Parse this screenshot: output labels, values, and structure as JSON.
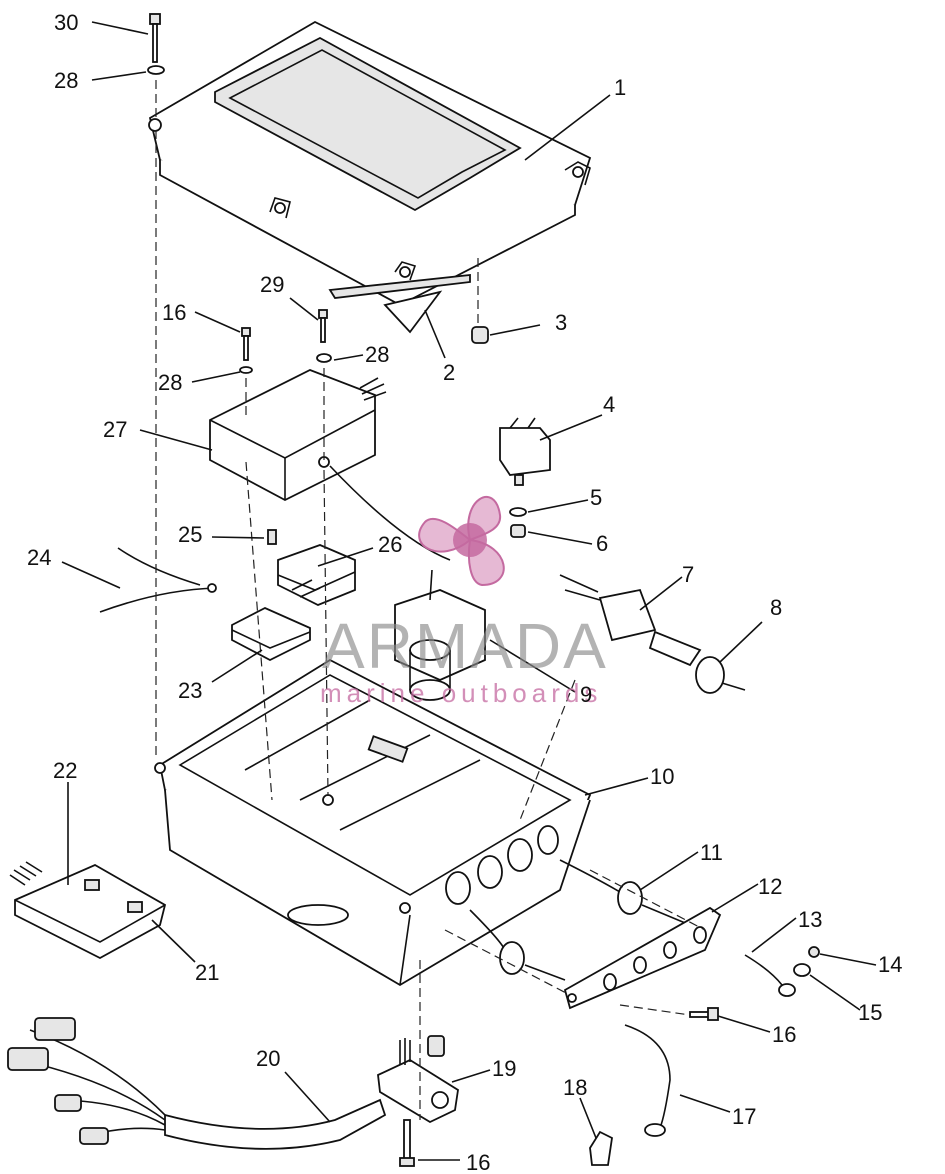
{
  "callouts": [
    "30",
    "28",
    "1",
    "3",
    "2",
    "29",
    "16",
    "28",
    "28",
    "4",
    "27",
    "5",
    "25",
    "26",
    "6",
    "24",
    "7",
    "8",
    "23",
    "9",
    "10",
    "22",
    "11",
    "12",
    "13",
    "14",
    "21",
    "15",
    "16",
    "20",
    "19",
    "18",
    "17",
    "16"
  ],
  "watermark": {
    "brand": "ARMADA",
    "tagline": "marine outboards",
    "color": "#c46aa0"
  }
}
